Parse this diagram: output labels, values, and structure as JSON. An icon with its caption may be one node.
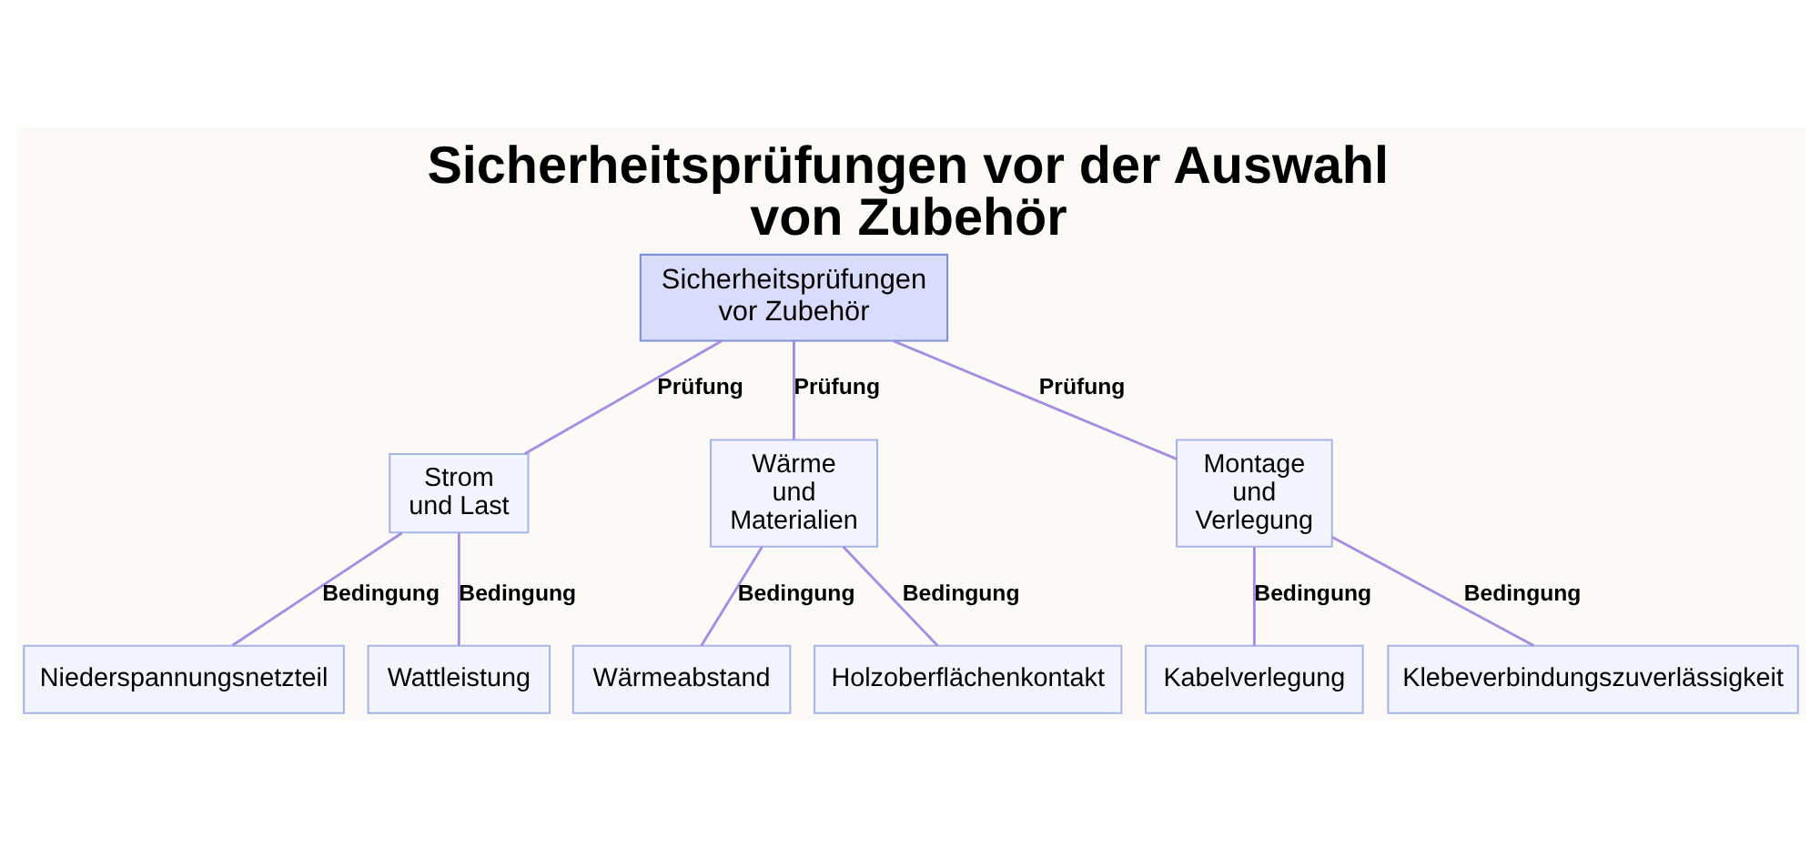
{
  "diagram": {
    "title": "Sicherheitsprüfungen vor der Auswahl von Zubehör",
    "nodes": [
      {
        "text": [
          "Sicherheitsprüfungen vor Zubehör"
        ]
      },
      {
        "text": [
          "Strom und Last"
        ]
      },
      {
        "text": [
          "Wärme und Materialien"
        ]
      },
      {
        "text": [
          "Montage und Verlegung"
        ]
      },
      {
        "text": [
          "Niederspannungsnetzteil"
        ]
      },
      {
        "text": [
          "Wattleistung"
        ]
      },
      {
        "text": [
          "Wärmeabstand"
        ]
      },
      {
        "text": [
          "Holzoberflächenkontakt"
        ]
      },
      {
        "text": [
          "Kabelverlegung"
        ]
      },
      {
        "text": [
          "Klebeverbindungszuverlässigkeit"
        ]
      }
    ],
    "edges": [
      {
        "from": 0,
        "to": 1,
        "arrow": "none",
        "label": "Prüfung"
      },
      {
        "from": 0,
        "to": 2,
        "arrow": "none",
        "label": "Prüfung"
      },
      {
        "from": 0,
        "to": 3,
        "arrow": "none",
        "label": "Prüfung"
      },
      {
        "from": 1,
        "to": 4,
        "arrow": "none",
        "label": "Bedingung"
      },
      {
        "from": 1,
        "to": 5,
        "arrow": "none",
        "label": "Bedingung"
      },
      {
        "from": 2,
        "to": 6,
        "arrow": "none",
        "label": "Bedingung"
      },
      {
        "from": 2,
        "to": 7,
        "arrow": "none",
        "label": "Bedingung"
      },
      {
        "from": 3,
        "to": 8,
        "arrow": "none",
        "label": "Bedingung"
      },
      {
        "from": 3,
        "to": 9,
        "arrow": "none",
        "label": "Bedingung"
      }
    ]
  }
}
